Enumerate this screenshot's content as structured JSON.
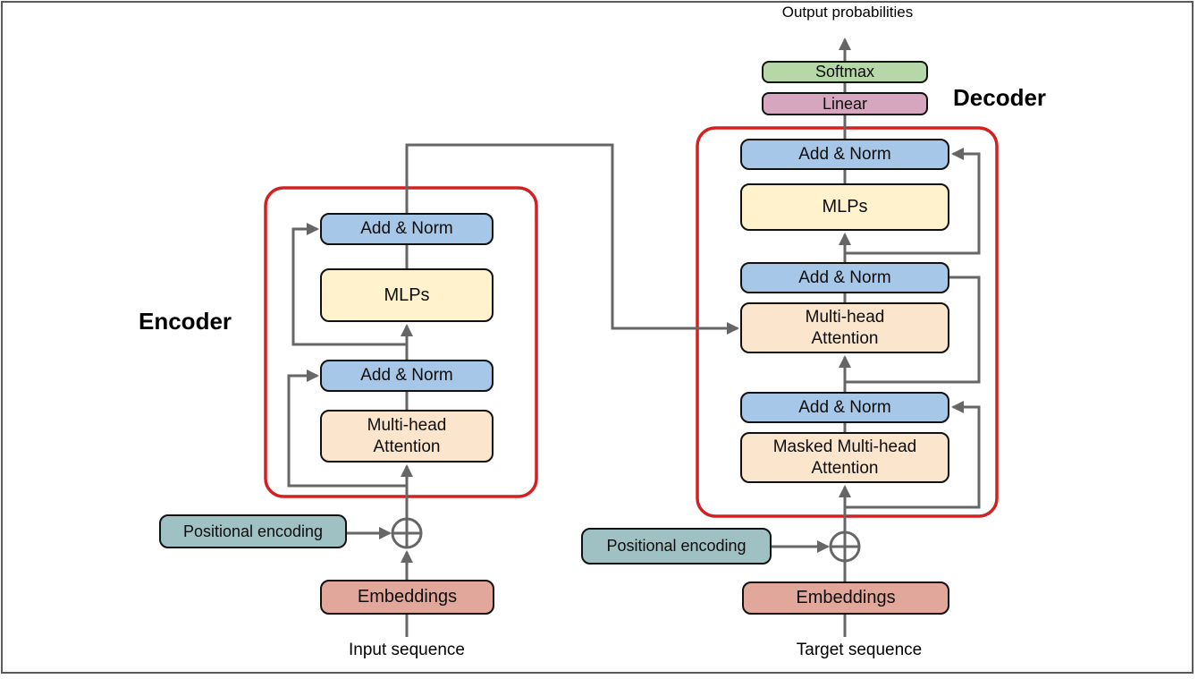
{
  "diagram": {
    "output_label": "Output probabilities",
    "encoder_title": "Encoder",
    "decoder_title": "Decoder",
    "input_label": "Input sequence",
    "target_label": "Target sequence",
    "nodes": {
      "softmax": "Softmax",
      "linear": "Linear",
      "dec_add_norm_top": "Add & Norm",
      "dec_mlps": "MLPs",
      "dec_add_norm_mid": "Add & Norm",
      "dec_mha": "Multi-head\nAttention",
      "dec_add_norm_bot": "Add & Norm",
      "dec_masked_mha": "Masked Multi-head\nAttention",
      "enc_add_norm_top": "Add & Norm",
      "enc_mlps": "MLPs",
      "enc_add_norm_bot": "Add & Norm",
      "enc_mha": "Multi-head\nAttention",
      "enc_pos_enc": "Positional encoding",
      "enc_embeddings": "Embeddings",
      "dec_pos_enc": "Positional encoding",
      "dec_embeddings": "Embeddings"
    },
    "icons": {
      "add_circle": "plus-in-circle-icon",
      "arrowhead": "arrowhead-icon"
    },
    "colors": {
      "add_norm_blue": "#a6c7e7",
      "mlp_yellow": "#fff2cc",
      "attention_peach": "#fce5cd",
      "softmax_green": "#b6d7a8",
      "linear_pink": "#d5a6bd",
      "positional_teal": "#a0c1c4",
      "embeddings_salmon": "#e2a79b",
      "group_outline_red": "#d32020",
      "connector_gray": "#666666",
      "frame_gray": "#5a5a5a"
    }
  }
}
